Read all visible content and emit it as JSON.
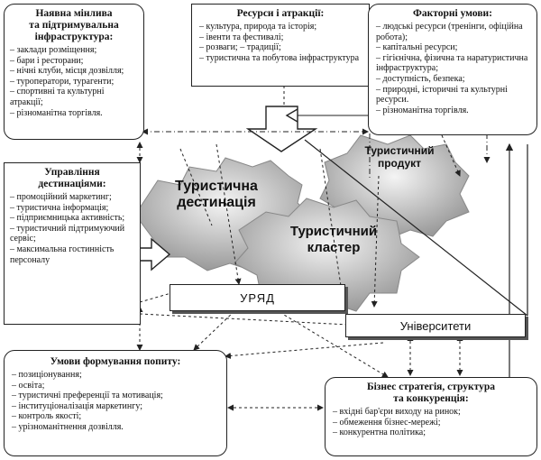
{
  "top_left": {
    "title_lines": [
      "Наявна мінлива",
      "та підтримувальна",
      "інфраструктура:"
    ],
    "items": [
      "заклади розміщення;",
      "бари і ресторани;",
      "нічні клуби, місця дозвілля;",
      "туроператори, турагенти;",
      "спортивні та культурні атракції;",
      "різноманітна торгівля."
    ]
  },
  "top_center": {
    "title": "Ресурси і атракції:",
    "items": [
      "культура, природа та історія;",
      "івенти та фестивалі;",
      "розваги; – традиції;",
      "туристична та побутова інфраструктура"
    ]
  },
  "top_right": {
    "title": "Факторні умови:",
    "items": [
      "людські ресурси (тренінги, офіційна робота);",
      "капітальні ресурси;",
      "гігієнічна, фізична та наратуристична інфраструктура;",
      "доступність, безпека;",
      "природні, історичні та культурні ресурси.",
      "різноманітна торгівля."
    ]
  },
  "left_mid": {
    "title_lines": [
      "Управління",
      "дестинаціями:"
    ],
    "items": [
      "промоційний маркетинг;",
      "туристична інформація;",
      "підприємницька активність;",
      "туристичний підтримуючий сервіс;",
      "максимальна гостинність персоналу"
    ]
  },
  "bottom_left": {
    "title": "Умови формування попиту:",
    "items": [
      "позиціонування;",
      "освіта;",
      "туристичні преференції та мотивація;",
      "інституціоналізація маркетингу;",
      "контроль якості;",
      "урізноманітнення дозвілля."
    ]
  },
  "bottom_right": {
    "title_lines": [
      "Бізнес стратегія, структура",
      "та конкуренція:"
    ],
    "items": [
      "вхідні бар'єри виходу на ринок;",
      "обмеження бізнес-мережі;",
      "конкурентна політика;"
    ]
  },
  "labels": {
    "destination": [
      "Туристична",
      "дестинація"
    ],
    "cluster": [
      "Туристичний",
      "кластер"
    ],
    "product": [
      "Туристичний",
      "продукт"
    ]
  },
  "government": "УРЯД",
  "universities": "Університети"
}
